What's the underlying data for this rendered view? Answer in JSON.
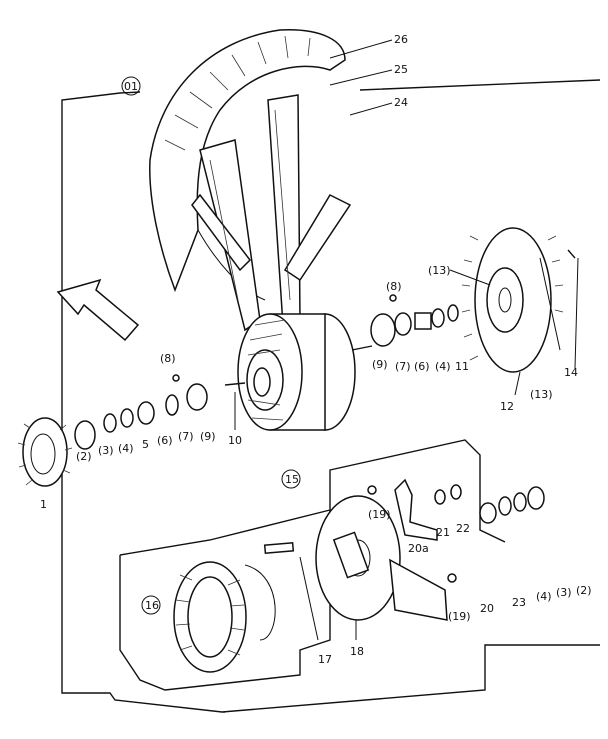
{
  "labels": {
    "l01": "01",
    "l15": "15",
    "l16": "16",
    "l26": "26",
    "l25": "25",
    "l24": "24",
    "l13a": "(13)",
    "l13b": "(13)",
    "l14": "14",
    "l12": "12",
    "l8a": "(8)",
    "l9a": "(9)",
    "l7a": "(7)",
    "l6a": "(6)",
    "l4a": "(4)",
    "l11": "11",
    "l8b": "(8)",
    "l9b": "(9)",
    "l7b": "(7)",
    "l6b": "(6)",
    "l5": "5",
    "l4b": "(4)",
    "l3a": "(3)",
    "l2a": "(2)",
    "l10": "10",
    "l1": "1",
    "l19a": "(19)",
    "l21": "21",
    "l22": "22",
    "l20a": "20a",
    "l20": "20",
    "l19b": "(19)",
    "l23": "23",
    "l4c": "(4)",
    "l3b": "(3)",
    "l2b": "(2)",
    "l17": "17",
    "l18": "18"
  }
}
